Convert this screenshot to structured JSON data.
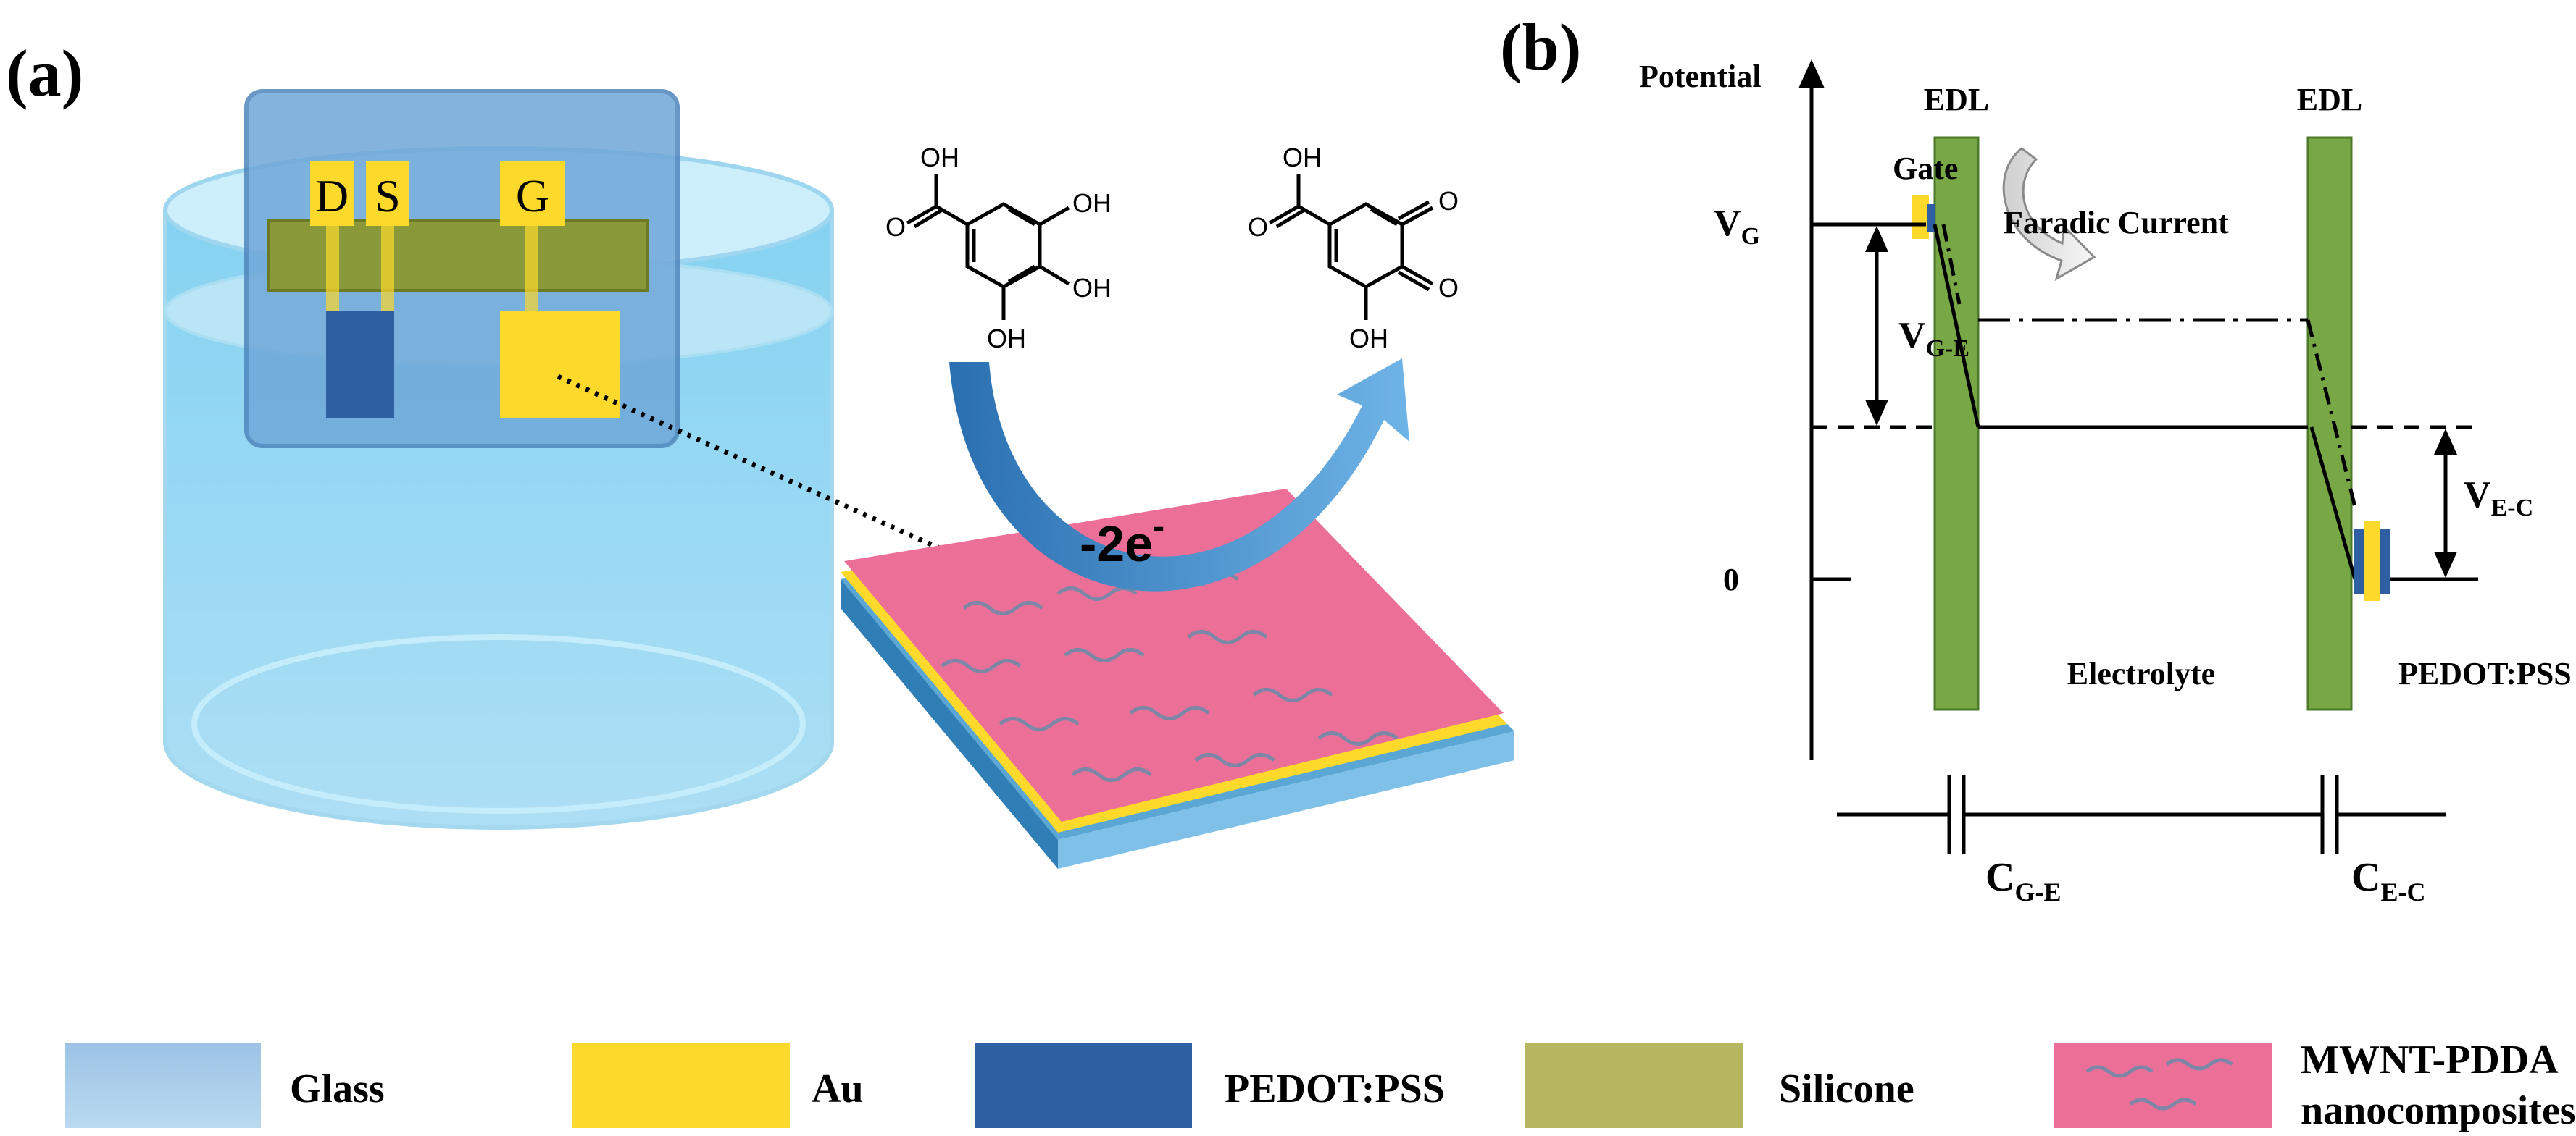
{
  "panel_a": {
    "label": "(a)",
    "electrodes": [
      "D",
      "S",
      "G"
    ],
    "reaction": "-2e",
    "reaction_superscript": "-",
    "molecule_left": {
      "oh_labels": [
        "OH",
        "OH",
        "OH",
        "OH"
      ],
      "o_labels": [
        "O"
      ]
    },
    "molecule_right": {
      "oh_labels": [
        "OH",
        "OH"
      ],
      "o_labels": [
        "O",
        "O",
        "O"
      ]
    }
  },
  "panel_b": {
    "label": "(b)",
    "y_axis_label": "Potential",
    "edl_left": "EDL",
    "edl_right": "EDL",
    "gate_label": "Gate",
    "faradic_label": "Faradic Current",
    "vg": {
      "main": "V",
      "sub": "G"
    },
    "vge": {
      "main": "V",
      "sub": "G-E"
    },
    "vec": {
      "main": "V",
      "sub": "E-C"
    },
    "zero_label": "0",
    "electrolyte_label": "Electrolyte",
    "pedot_label": "PEDOT:PSS",
    "cge": {
      "main": "C",
      "sub": "G-E"
    },
    "cec": {
      "main": "C",
      "sub": "E-C"
    }
  },
  "legend": {
    "items": [
      {
        "label": "Glass",
        "color": "#a9cfe9"
      },
      {
        "label": "Au",
        "color": "#fcd92a"
      },
      {
        "label": "PEDOT:PSS",
        "color": "#2f5fa3"
      },
      {
        "label": "Silicone",
        "color": "#b5b65f"
      },
      {
        "label": "MWNT-PDDA",
        "label2": "nanocomposites",
        "color": "#ec6f97"
      }
    ]
  },
  "colors": {
    "edl_green": "#78a745",
    "liquid_blue": "#6cc3ea",
    "arrow_blue": "#3f8fcf",
    "pink": "#ec6f97",
    "gold": "#fcd92a",
    "pedot": "#2f5fa3",
    "silicone": "#8a9a3c"
  }
}
